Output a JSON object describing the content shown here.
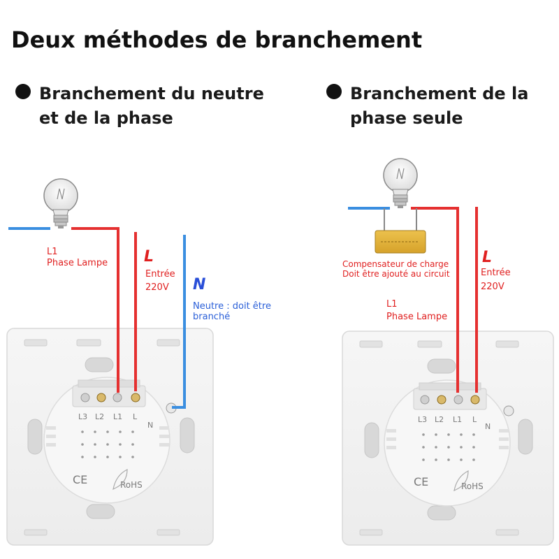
{
  "title": "Deux méthodes de branchement",
  "left": {
    "heading_line1": "Branchement du neutre",
    "heading_line2": "et de la phase",
    "l1_label": "L1",
    "l1_desc": "Phase Lampe",
    "l_symbol": "L",
    "l_desc1": "Entrée",
    "l_desc2": "220V",
    "n_symbol": "N",
    "n_desc1": "Neutre : doit être",
    "n_desc2": "branché"
  },
  "right": {
    "heading_line1": "Branchement de la",
    "heading_line2": "phase seule",
    "capacitor_desc1": "Compensateur de charge",
    "capacitor_desc2": "Doit être ajouté au circuit",
    "l1_label": "L1",
    "l1_desc": "Phase Lampe",
    "l_symbol": "L",
    "l_desc1": "Entrée",
    "l_desc2": "220V"
  },
  "switch": {
    "terminals": [
      "L3",
      "L2",
      "L1",
      "L"
    ],
    "neutral": "N",
    "marks": [
      "CE",
      "RoHS"
    ]
  },
  "colors": {
    "phase": "#e53030",
    "neutral": "#3a8ee0",
    "plate": "#f1f1f1",
    "capacitor": "#e0b23a"
  }
}
